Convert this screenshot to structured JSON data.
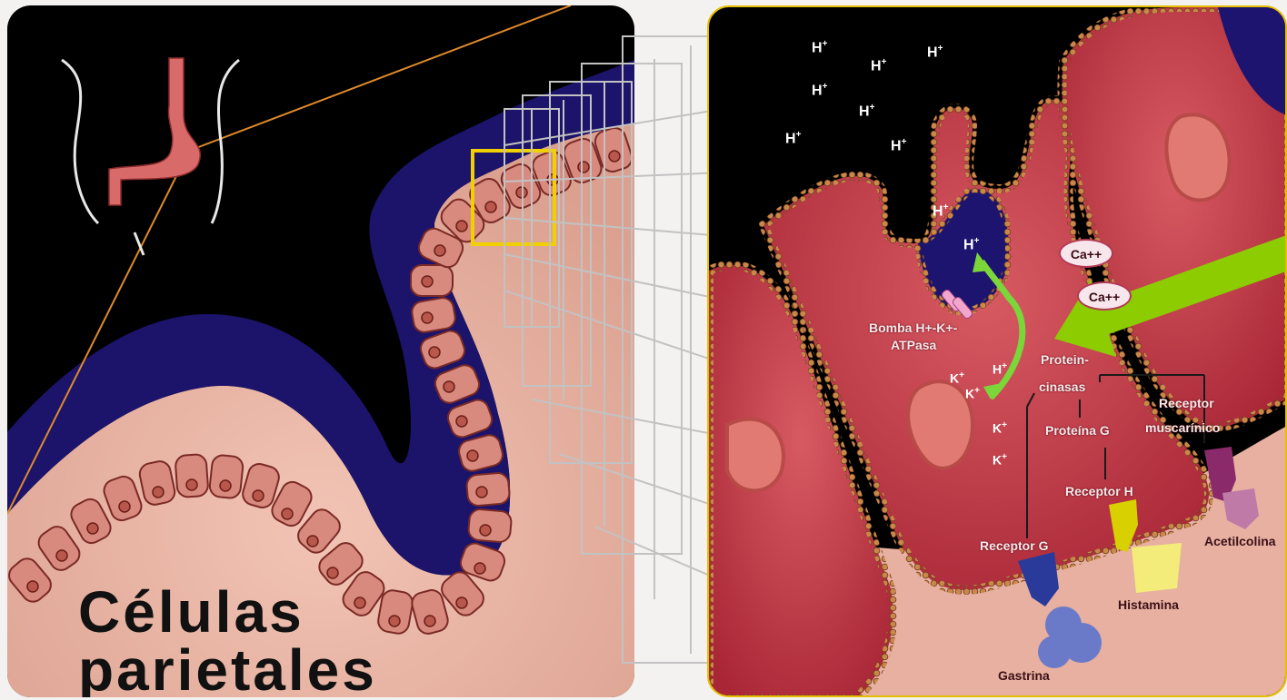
{
  "left_title_line1": "Células",
  "left_title_line2": "parietales",
  "ions": {
    "h_plus": "H",
    "h_sup": "+",
    "k_plus": "K",
    "ca_label": "Ca++"
  },
  "labels": {
    "bomba_line1": "Bomba H+-K+-",
    "bomba_line2": "ATPasa",
    "proteinquinasas_line1": "Protein-",
    "proteinquinasas_line2": "cinasas",
    "proteina_g": "Proteína G",
    "receptor_muscarinico_line1": "Receptor",
    "receptor_muscarinico_line2": "muscarínico",
    "receptor_h": "Receptor H",
    "receptor_g": "Receptor G",
    "acetilcolina": "Acetilcolina",
    "histamina": "Histamina",
    "gastrina": "Gastrina"
  },
  "colors": {
    "lumen": "#000000",
    "mucosa_dark": "#1a1060",
    "cell_pink": "#d9857a",
    "cell_nucleus": "#c85f55",
    "tissue": "#e8b3a4",
    "cell_right": "#b8343f",
    "membrane_dot": "#c9884a",
    "highlight_box": "#f0d000",
    "arrow_green": "#8ccc00",
    "grid": "#bdbdbd",
    "stomach": "#d96a6a"
  }
}
